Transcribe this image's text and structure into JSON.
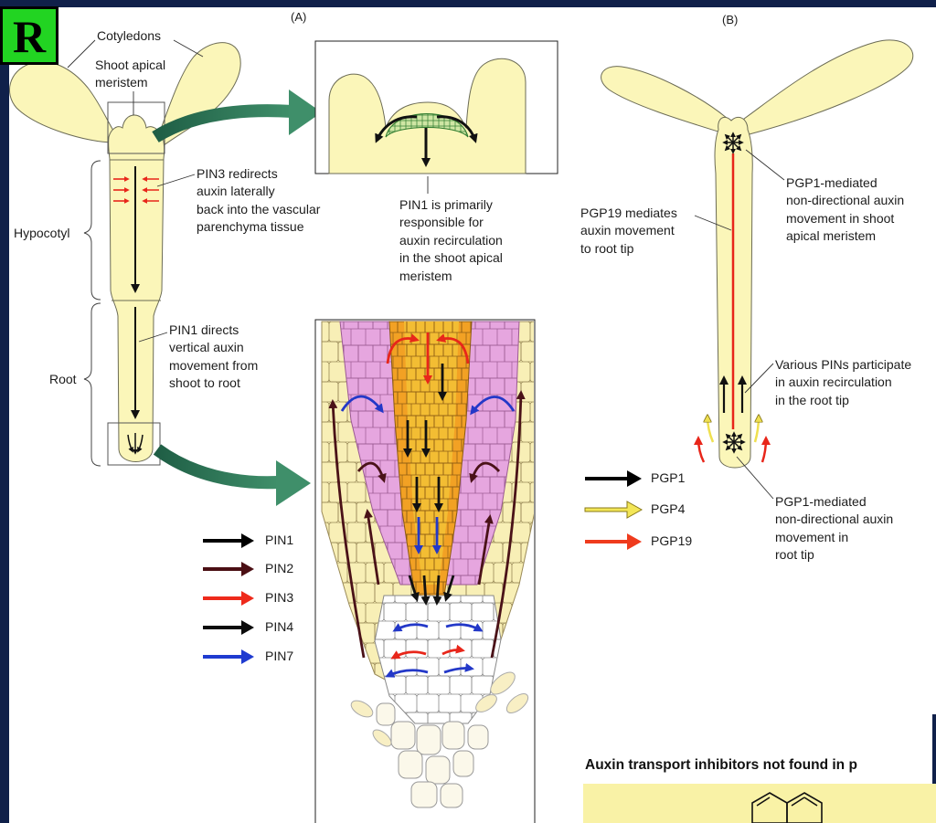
{
  "badge": {
    "label": "R"
  },
  "panel_a": {
    "label": "(A)",
    "cotyledons_label": "Cotyledons",
    "sam_label": {
      "lines": [
        "Shoot apical",
        "meristem"
      ]
    },
    "pin3_annotation": {
      "lines": [
        "PIN3 redirects",
        "auxin laterally",
        "back into the vascular",
        "parenchyma tissue"
      ]
    },
    "hypocotyl_label": "Hypocotyl",
    "root_label": "Root",
    "pin1_root_annotation": {
      "lines": [
        "PIN1 directs",
        "vertical auxin",
        "movement from",
        "shoot to root"
      ]
    },
    "pin1_sam_annotation": {
      "lines": [
        "PIN1 is primarily",
        "responsible for",
        "auxin recirculation",
        "in the shoot apical",
        "meristem"
      ]
    },
    "legend": [
      {
        "label": "PIN1",
        "color": "#000000"
      },
      {
        "label": "PIN2",
        "color": "#4b0f14"
      },
      {
        "label": "PIN3",
        "color": "#ee2a1b"
      },
      {
        "label": "PIN4",
        "color": "#0b0b0b"
      },
      {
        "label": "PIN7",
        "color": "#1f3bd0"
      }
    ]
  },
  "panel_b": {
    "label": "(B)",
    "pgp1_sam_annotation": {
      "lines": [
        "PGP1-mediated",
        "non-directional auxin",
        "movement in shoot",
        "apical meristem"
      ]
    },
    "pgp19_annotation": {
      "lines": [
        "PGP19 mediates",
        "auxin movement",
        "to root tip"
      ]
    },
    "pins_root_annotation": {
      "lines": [
        "Various PINs participate",
        "in auxin recirculation",
        "in the root tip"
      ]
    },
    "pgp1_root_annotation": {
      "lines": [
        "PGP1-mediated",
        "non-directional auxin",
        "movement in",
        "root tip"
      ]
    },
    "legend": [
      {
        "label": "PGP1",
        "color": "#000000"
      },
      {
        "label": "PGP4",
        "color": "#f3e657"
      },
      {
        "label": "PGP19",
        "color": "#ef3b1d"
      }
    ]
  },
  "inset": {
    "title": "Auxin transport inhibitors not found in p"
  },
  "colors": {
    "background": "#10204a",
    "badge": "#22d422",
    "tissue": "#fbf6b9",
    "vascular": "#f2a124",
    "cortex": "#e6a6df",
    "transfer_arrow": "#2e7a5a"
  }
}
